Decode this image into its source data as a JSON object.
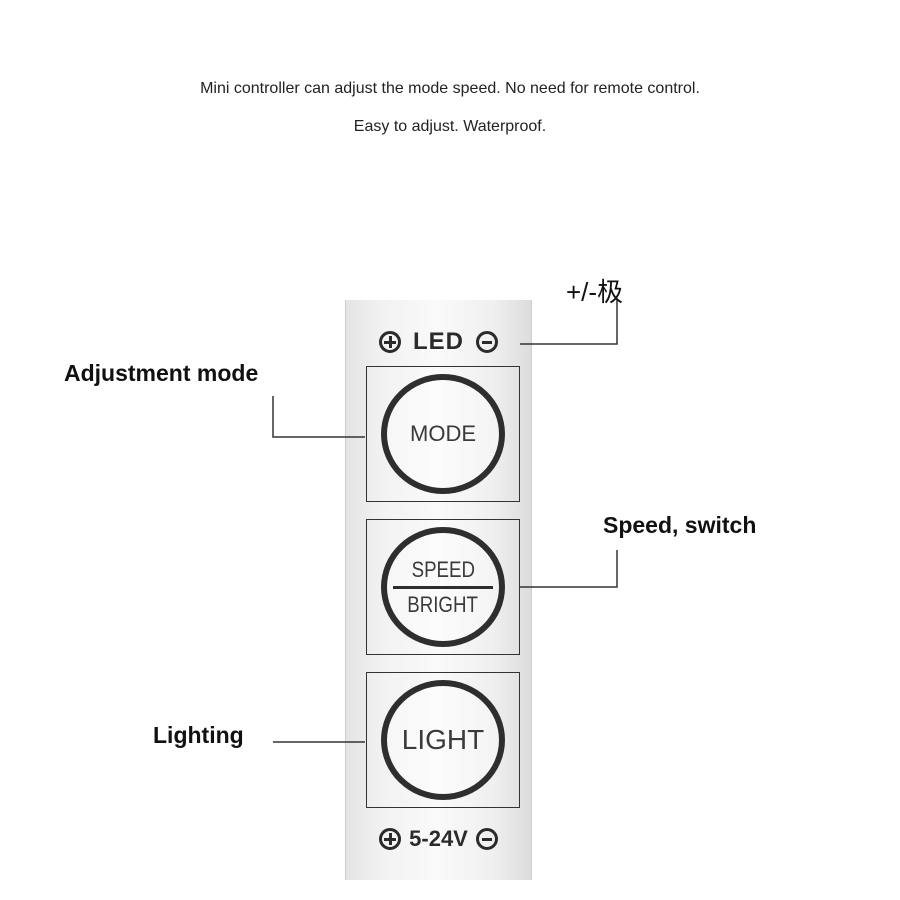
{
  "captions": {
    "line1": "Mini controller can adjust the mode speed. No need for remote control.",
    "line2": "Easy to adjust. Waterproof."
  },
  "panel": {
    "top_label": "LED",
    "bottom_label": "5-24V",
    "buttons": {
      "mode": "MODE",
      "speed_top": "SPEED",
      "speed_bottom": "BRIGHT",
      "light": "LIGHT"
    }
  },
  "callouts": {
    "pole": "+/-极",
    "mode": "Adjustment mode",
    "speed": "Speed, switch",
    "light": "Lighting"
  },
  "icons": [
    "plus-circle-icon",
    "minus-circle-icon"
  ]
}
